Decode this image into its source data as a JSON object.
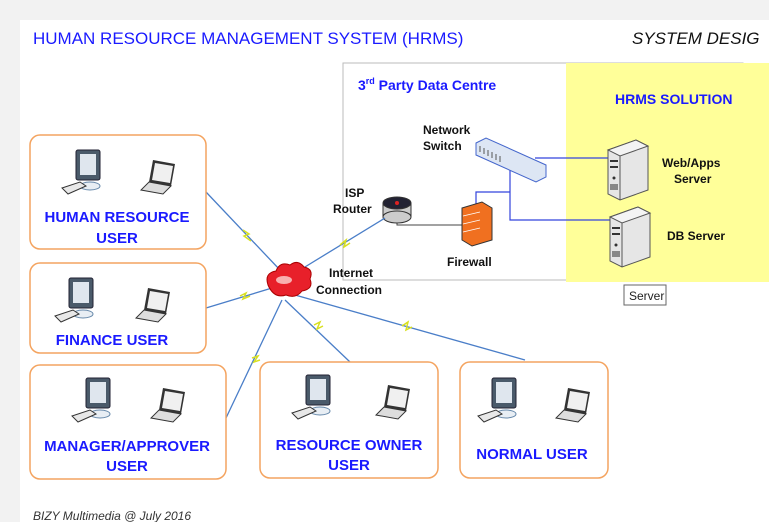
{
  "header": {
    "title": "HUMAN RESOURCE MANAGEMENT SYSTEM (HRMS)",
    "subtitle": "SYSTEM DESIG"
  },
  "data_centre": {
    "title_prefix": "3",
    "title_sup": "rd",
    "title_rest": " Party Data Centre"
  },
  "solution": {
    "title": "HRMS SOLUTION"
  },
  "nodes": {
    "switch": [
      "Network",
      "Switch"
    ],
    "router": [
      "ISP",
      "Router"
    ],
    "firewall": "Firewall",
    "internet": [
      "Internet",
      "Connection"
    ],
    "web_server": [
      "Web/Apps",
      "Server"
    ],
    "db_server": "DB Server",
    "server_tag": "Server"
  },
  "users": [
    {
      "lines": [
        "HUMAN RESOURCE",
        "USER"
      ]
    },
    {
      "lines": [
        "FINANCE USER"
      ]
    },
    {
      "lines": [
        "MANAGER/APPROVER",
        "USER"
      ]
    },
    {
      "lines": [
        "RESOURCE OWNER",
        "USER"
      ]
    },
    {
      "lines": [
        "NORMAL USER"
      ]
    }
  ],
  "footer": "BIZY Multimedia @ July 2016",
  "colors": {
    "title_blue": "#1a1aff",
    "box_border": "#f4a460",
    "solution_bg": "#ffff99",
    "link": "#4a7ec8",
    "cloud": "#e8202a",
    "firewall": "#f07020"
  }
}
